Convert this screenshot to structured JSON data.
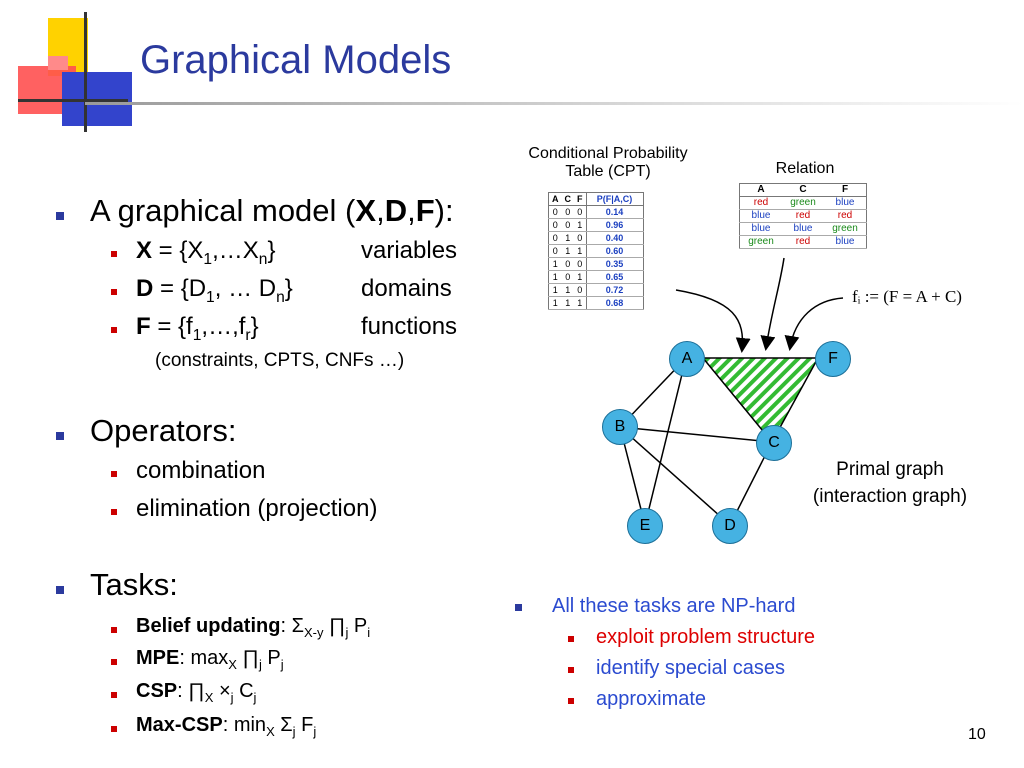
{
  "title": "Graphical Models",
  "left": {
    "model_line": {
      "prefix": "A graphical model  (",
      "x": "X",
      "comma1": ",",
      "d": "D",
      "comma2": ",",
      "f": "F",
      "suffix": "):"
    },
    "vars": {
      "bold": "X",
      "eq": " = {X",
      "s1": "1",
      "mid": ",…X",
      "s2": "n",
      "close": "}",
      "desc": "variables"
    },
    "doms": {
      "bold": "D",
      "eq": " = {D",
      "s1": "1",
      "mid": ", … D",
      "s2": "n",
      "close": "}",
      "desc": "domains"
    },
    "funcs": {
      "bold": "F",
      "eq": " = {f",
      "s1": "1",
      "mid": ",…,f",
      "s2": "r",
      "close": "}",
      "desc": "functions"
    },
    "funcs_note": "(constraints, CPTS, CNFs …)",
    "operators": {
      "label": "Operators:",
      "items": [
        "combination",
        "elimination (projection)"
      ]
    },
    "tasks": {
      "label": "Tasks:",
      "belief": {
        "bold": "Belief updating",
        "sep": ": ",
        "sigma": "Σ",
        "s1": "X-y",
        "pi": " ∏",
        "s2": "j",
        "p": " P",
        "s3": "i"
      },
      "mpe": {
        "bold": "MPE",
        "sep": ": ",
        "max": "max",
        "s1": "X",
        "pi": " ∏",
        "s2": "j",
        "p": " P",
        "s3": "j"
      },
      "csp": {
        "bold": "CSP",
        "sep": ": ",
        "pi": "∏",
        "s1": "X",
        "x": " ×",
        "s2": "j",
        "c": " C",
        "s3": "j"
      },
      "maxcsp": {
        "bold": "Max-CSP",
        "sep": ": ",
        "min": "min",
        "s1": "X",
        "sigma": " Σ",
        "s2": "j",
        "f": " F",
        "s3": "j"
      }
    }
  },
  "cpt": {
    "caption_line1": "Conditional Probability",
    "caption_line2": "Table (CPT)",
    "headers": [
      "A",
      "C",
      "F",
      "P(F|A,C)"
    ],
    "rows": [
      [
        "0",
        "0",
        "0",
        "0.14"
      ],
      [
        "0",
        "0",
        "1",
        "0.96"
      ],
      [
        "0",
        "1",
        "0",
        "0.40"
      ],
      [
        "0",
        "1",
        "1",
        "0.60"
      ],
      [
        "1",
        "0",
        "0",
        "0.35"
      ],
      [
        "1",
        "0",
        "1",
        "0.65"
      ],
      [
        "1",
        "1",
        "0",
        "0.72"
      ],
      [
        "1",
        "1",
        "1",
        "0.68"
      ]
    ]
  },
  "relation": {
    "caption": "Relation",
    "headers": [
      "A",
      "C",
      "F"
    ],
    "rows": [
      [
        {
          "t": "red",
          "c": "#cc0000"
        },
        {
          "t": "green",
          "c": "#1a8a1a"
        },
        {
          "t": "blue",
          "c": "#1a3fc0"
        }
      ],
      [
        {
          "t": "blue",
          "c": "#1a3fc0"
        },
        {
          "t": "red",
          "c": "#cc0000"
        },
        {
          "t": "red",
          "c": "#cc0000"
        }
      ],
      [
        {
          "t": "blue",
          "c": "#1a3fc0"
        },
        {
          "t": "blue",
          "c": "#1a3fc0"
        },
        {
          "t": "green",
          "c": "#1a8a1a"
        }
      ],
      [
        {
          "t": "green",
          "c": "#1a8a1a"
        },
        {
          "t": "red",
          "c": "#cc0000"
        },
        {
          "t": "blue",
          "c": "#1a3fc0"
        }
      ]
    ]
  },
  "formula": "fᵢ  :=  (F = A + C)",
  "graph": {
    "nodes": [
      "A",
      "F",
      "B",
      "C",
      "E",
      "D"
    ],
    "caption_line1": "Primal graph",
    "caption_line2": "(interaction graph)"
  },
  "np": {
    "heading": "All these tasks are NP-hard",
    "items": [
      "exploit problem structure",
      "identify special cases",
      "approximate"
    ]
  },
  "colors": {
    "title": "#2b3a9e",
    "np_heading": "#2b4bd0",
    "np_red": "#dd0000",
    "np_blue": "#2b4bd0",
    "node_fill": "#45b2e2",
    "hatch": "#33bb33"
  },
  "page_number": "10"
}
